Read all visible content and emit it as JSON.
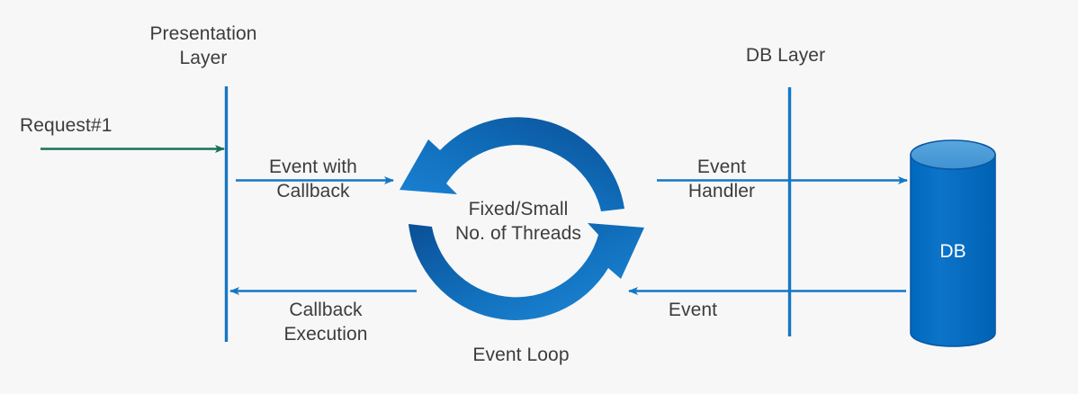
{
  "diagram": {
    "title": "Event Loop / Reactor pattern request flow",
    "background_color": "#f7f7f7",
    "text_color": "#3c3c3c",
    "accent_blue": "#1577c4",
    "arc_blue_dark": "#0a57a4",
    "arc_blue_light": "#1c84d6",
    "accent_green": "#17735a",
    "db_body_color": "#0070c8",
    "db_top_color": "#4a9bd8",
    "db_stroke_color": "#0a57a4"
  },
  "labels": {
    "presentation_layer": "Presentation\nLayer",
    "db_layer": "DB Layer",
    "request": "Request#1",
    "event_with_callback": "Event with\nCallback",
    "callback_execution": "Callback\nExecution",
    "event_handler": "Event\nHandler",
    "event": "Event",
    "threads": "Fixed/Small\nNo. of Threads",
    "event_loop": "Event Loop",
    "db": "DB"
  },
  "flows": [
    {
      "id": "request",
      "label": "Request#1",
      "from": "client",
      "to": "presentation-layer",
      "direction": "right",
      "color": "#17735a"
    },
    {
      "id": "event-with-callback",
      "label": "Event with Callback",
      "from": "presentation-layer",
      "to": "event-loop",
      "direction": "right",
      "color": "#1577c4"
    },
    {
      "id": "event-handler",
      "label": "Event Handler",
      "from": "event-loop",
      "to": "db",
      "direction": "right",
      "color": "#1577c4"
    },
    {
      "id": "event",
      "label": "Event",
      "from": "db",
      "to": "event-loop",
      "direction": "left",
      "color": "#1577c4"
    },
    {
      "id": "callback-execution",
      "label": "Callback Execution",
      "from": "event-loop",
      "to": "presentation-layer",
      "direction": "left",
      "color": "#1577c4"
    }
  ],
  "nodes": [
    {
      "id": "presentation-layer",
      "label": "Presentation Layer",
      "type": "lifeline"
    },
    {
      "id": "event-loop",
      "label": "Event Loop",
      "type": "circular-arrows"
    },
    {
      "id": "db-layer",
      "label": "DB Layer",
      "type": "lifeline"
    },
    {
      "id": "db",
      "label": "DB",
      "type": "cylinder"
    }
  ]
}
